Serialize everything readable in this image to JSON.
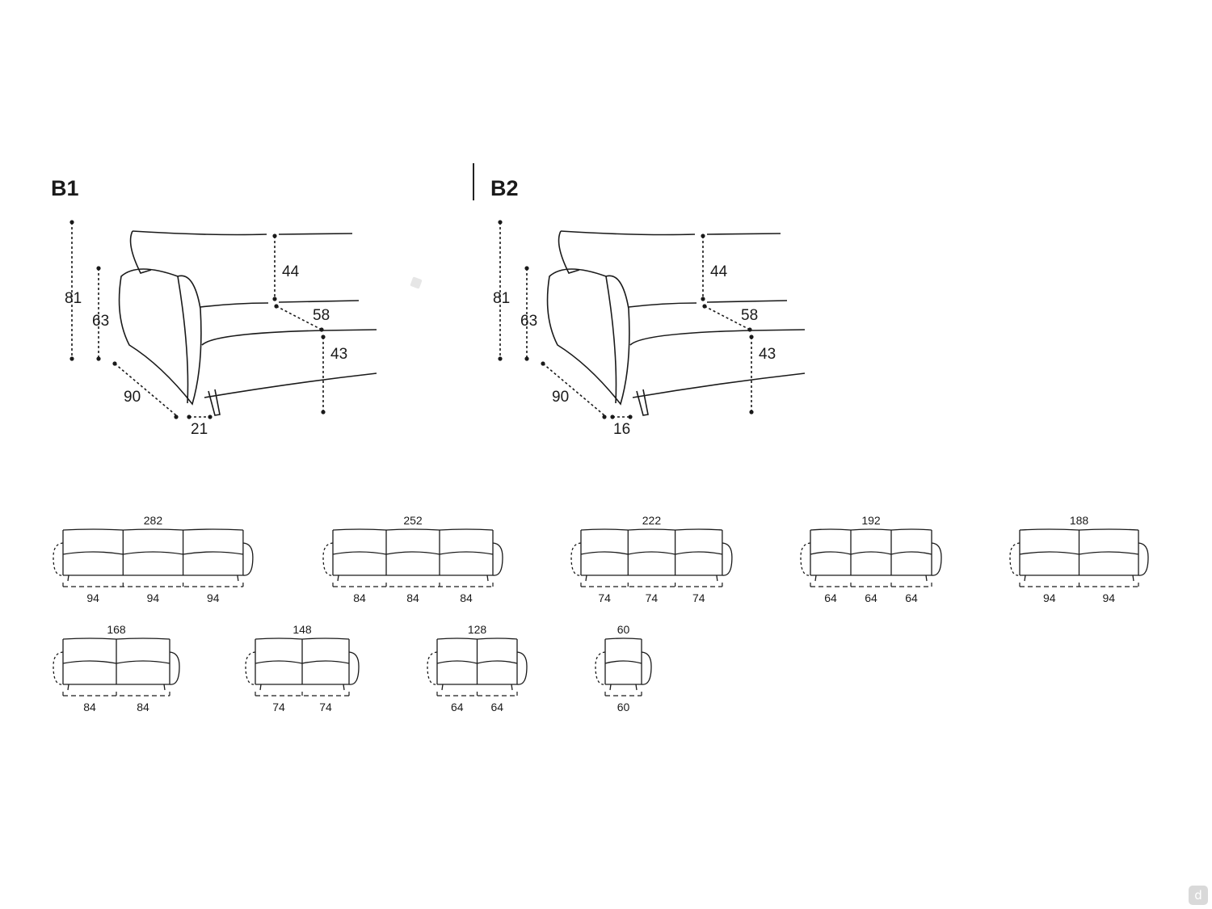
{
  "sections": [
    {
      "id": "B1",
      "title": "B1",
      "dims": {
        "total_height": "81",
        "arm_height": "63",
        "back_height": "44",
        "seat_depth": "58",
        "seat_height": "43",
        "depth": "90",
        "arm_width": "21"
      }
    },
    {
      "id": "B2",
      "title": "B2",
      "dims": {
        "total_height": "81",
        "arm_height": "63",
        "back_height": "44",
        "seat_depth": "58",
        "seat_height": "43",
        "depth": "90",
        "arm_width": "16"
      }
    }
  ],
  "sofas": [
    {
      "total": "282",
      "seats": [
        "94",
        "94",
        "94"
      ]
    },
    {
      "total": "252",
      "seats": [
        "84",
        "84",
        "84"
      ]
    },
    {
      "total": "222",
      "seats": [
        "74",
        "74",
        "74"
      ]
    },
    {
      "total": "192",
      "seats": [
        "64",
        "64",
        "64"
      ]
    },
    {
      "total": "188",
      "seats": [
        "94",
        "94"
      ]
    },
    {
      "total": "168",
      "seats": [
        "84",
        "84"
      ]
    },
    {
      "total": "148",
      "seats": [
        "74",
        "74"
      ]
    },
    {
      "total": "128",
      "seats": [
        "64",
        "64"
      ]
    },
    {
      "total": "60",
      "seats": [
        "60"
      ]
    }
  ],
  "watermark": "d"
}
